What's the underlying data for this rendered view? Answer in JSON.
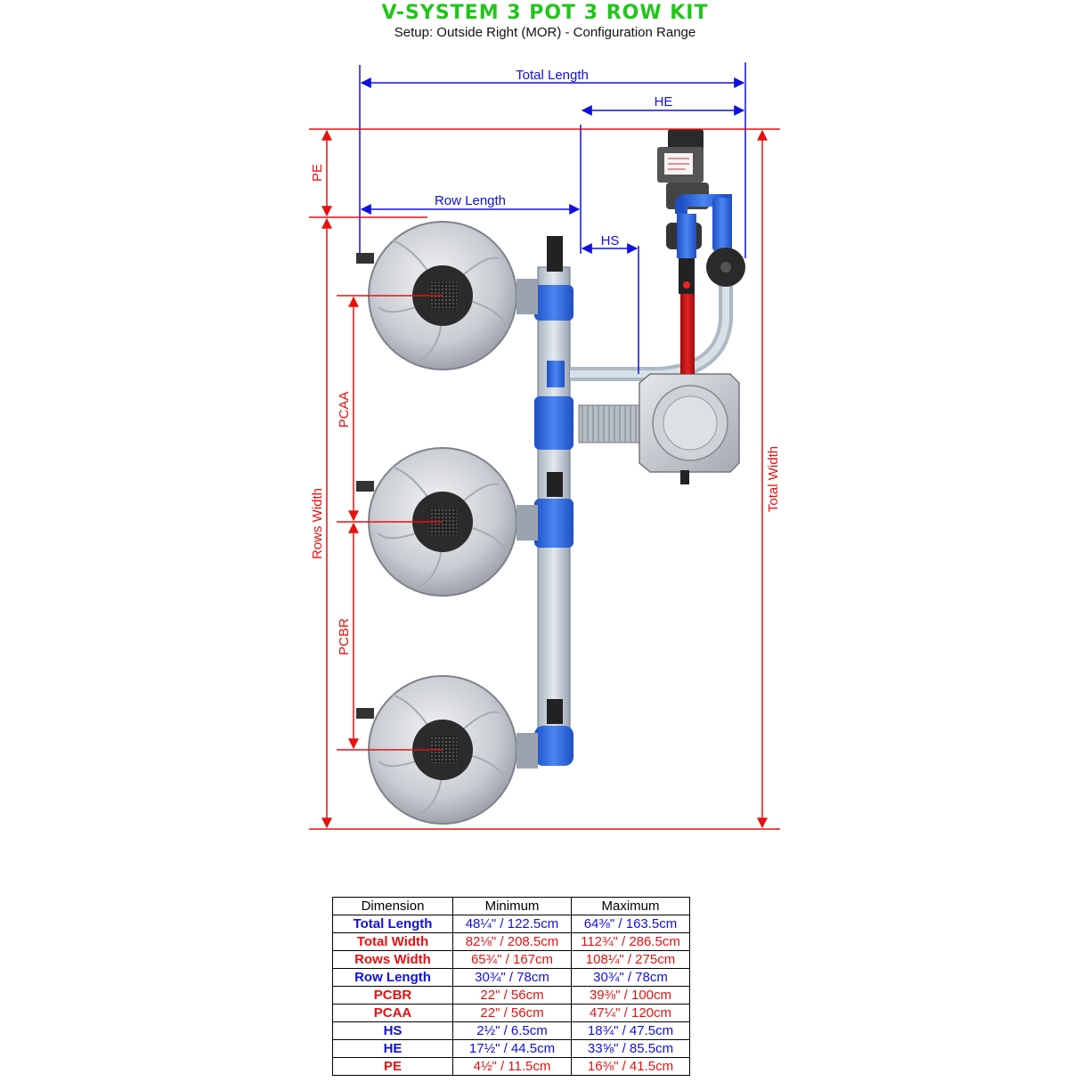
{
  "header": {
    "title": "V-SYSTEM 3 POT 3 ROW KIT",
    "subtitle": "Setup: Outside Right (MOR) - Configuration Range"
  },
  "colors": {
    "title": "#22c51b",
    "length_dims": "#1010e0",
    "width_dims": "#e81010",
    "pipe_blue": "#2f6ae0",
    "pipe_red": "#c81414"
  },
  "diagram": {
    "labels": {
      "total_length": "Total Length",
      "he": "HE",
      "row_length": "Row Length",
      "hs": "HS",
      "pe": "PE",
      "pcaa": "PCAA",
      "pcbr": "PCBR",
      "rows_width": "Rows Width",
      "total_width": "Total Width"
    },
    "pots": [
      {
        "name": "pot-1"
      },
      {
        "name": "pot-2"
      },
      {
        "name": "pot-3"
      }
    ]
  },
  "table": {
    "headers": [
      "Dimension",
      "Minimum",
      "Maximum"
    ],
    "rows": [
      {
        "name": "Total Length",
        "min": "48¼\" / 122.5cm",
        "max": "64⅜\" / 163.5cm",
        "color": "#1010e0"
      },
      {
        "name": "Total Width",
        "min": "82⅛\" / 208.5cm",
        "max": "112¾\" / 286.5cm",
        "color": "#e81010"
      },
      {
        "name": "Rows Width",
        "min": "65¾\" / 167cm",
        "max": "108¼\" / 275cm",
        "color": "#e81010"
      },
      {
        "name": "Row Length",
        "min": "30¾\" / 78cm",
        "max": "30¾\" / 78cm",
        "color": "#1010e0"
      },
      {
        "name": "PCBR",
        "min": "22\" / 56cm",
        "max": "39⅜\" / 100cm",
        "color": "#e81010"
      },
      {
        "name": "PCAA",
        "min": "22\" / 56cm",
        "max": "47¼\" / 120cm",
        "color": "#e81010"
      },
      {
        "name": "HS",
        "min": "2½\" / 6.5cm",
        "max": "18¾\" / 47.5cm",
        "color": "#1010e0"
      },
      {
        "name": "HE",
        "min": "17½\" / 44.5cm",
        "max": "33⅝\" / 85.5cm",
        "color": "#1010e0"
      },
      {
        "name": "PE",
        "min": "4½\" / 11.5cm",
        "max": "16⅜\" / 41.5cm",
        "color": "#e81010"
      }
    ]
  }
}
